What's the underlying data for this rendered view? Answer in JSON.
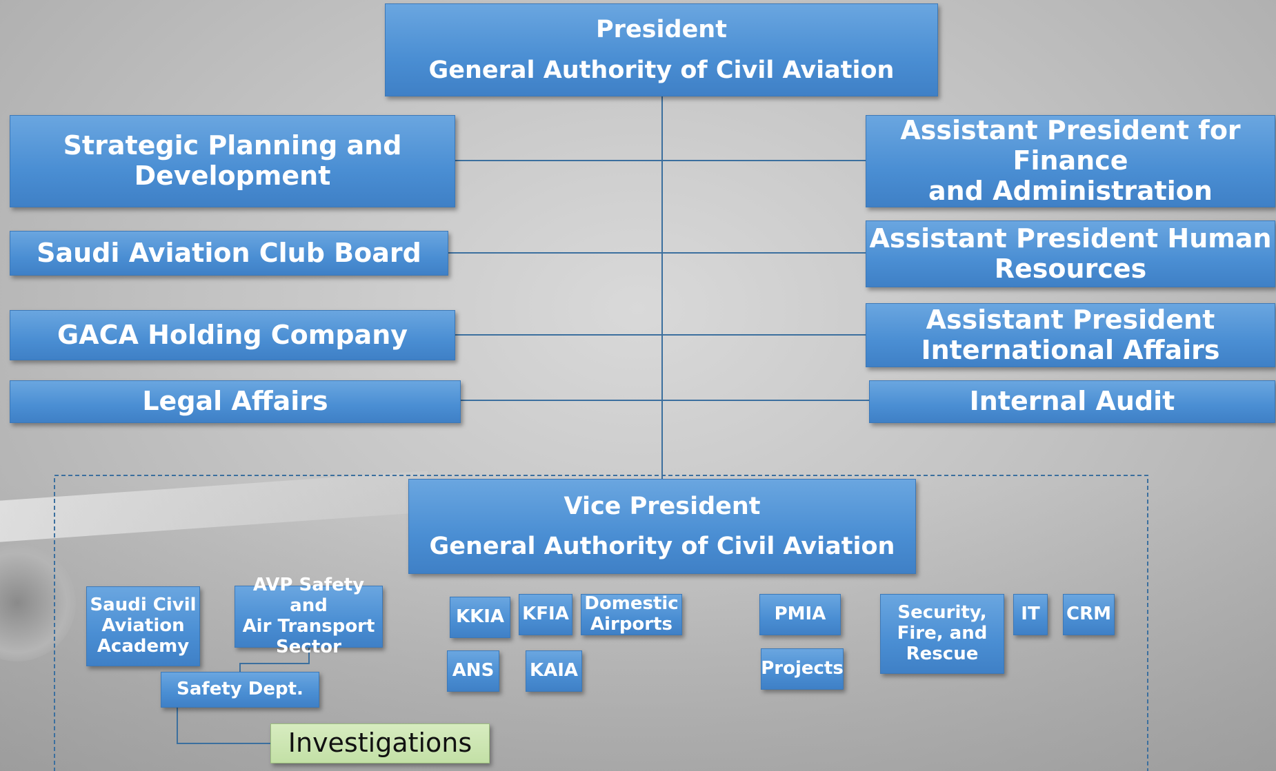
{
  "president": {
    "line1": "President",
    "line2": "General Authority of Civil Aviation"
  },
  "left_units": [
    {
      "line1": "Strategic Planning and",
      "line2": "Development"
    },
    {
      "line1": "Saudi Aviation Club Board"
    },
    {
      "line1": "GACA Holding Company"
    },
    {
      "line1": "Legal Affairs"
    }
  ],
  "right_units": [
    {
      "line1": "Assistant President for Finance",
      "line2": "and Administration"
    },
    {
      "line1": "Assistant President Human",
      "line2": "Resources"
    },
    {
      "line1": "Assistant President",
      "line2": "International Affairs"
    },
    {
      "line1": "Internal Audit"
    }
  ],
  "vice_president": {
    "line1": "Vice President",
    "line2": "General Authority of Civil Aviation"
  },
  "vp_units": {
    "academy": [
      "Saudi Civil",
      "Aviation",
      "Academy"
    ],
    "avp_safety": [
      "AVP Safety and",
      "Air Transport",
      "Sector"
    ],
    "safety_dept": "Safety Dept.",
    "investigations": "Investigations",
    "kkia": "KKIA",
    "kfia": "KFIA",
    "domestic": [
      "Domestic",
      "Airports"
    ],
    "ans": "ANS",
    "kaia": "KAIA",
    "pmia": "PMIA",
    "projects": "Projects",
    "security": [
      "Security,",
      "Fire, and",
      "Rescue"
    ],
    "it": "IT",
    "crm": "CRM"
  },
  "colors": {
    "box": "#4a8ed3",
    "connector": "#3b6f9e",
    "investigations": "#c3e0a6"
  }
}
